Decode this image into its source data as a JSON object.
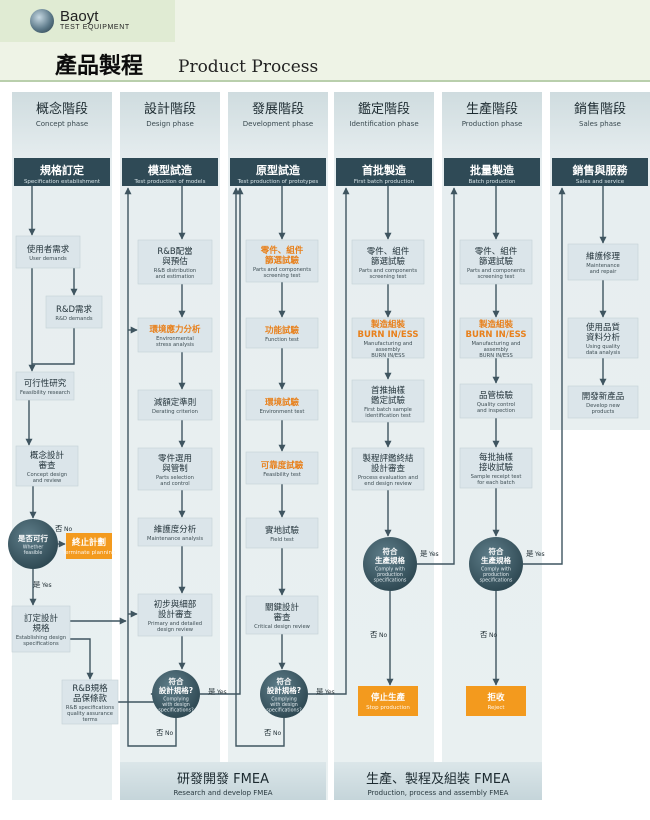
{
  "header": {
    "brand": "Baoyt",
    "brand_sub": "TEST EQUIPMENT",
    "title_cn": "產品製程",
    "title_en": "Product Process"
  },
  "colors": {
    "dark_box": "#2f4a56",
    "light_box": "#dbe5ea",
    "orange": "#f39a1e",
    "orange_text": "#e8801b",
    "circle": "#3b5661",
    "arrow": "#3f5560",
    "column": "#e4ecee"
  },
  "phases": [
    {
      "cn": "概念階段",
      "en": "Concept phase"
    },
    {
      "cn": "設計階段",
      "en": "Design phase"
    },
    {
      "cn": "發展階段",
      "en": "Development phase"
    },
    {
      "cn": "鑑定階段",
      "en": "Identification phase"
    },
    {
      "cn": "生產階段",
      "en": "Production phase"
    },
    {
      "cn": "銷售階段",
      "en": "Sales phase"
    }
  ],
  "headers": [
    {
      "cn": "規格訂定",
      "en": "Specification establishment"
    },
    {
      "cn": "模型試造",
      "en": "Test production of models"
    },
    {
      "cn": "原型試造",
      "en": "Test production of prototypes"
    },
    {
      "cn": "首批製造",
      "en": "First batch production"
    },
    {
      "cn": "批量製造",
      "en": "Batch production"
    },
    {
      "cn": "銷售與服務",
      "en": "Sales and service"
    }
  ],
  "boxes": [
    {
      "cn": [
        "使用者需求"
      ],
      "en": [
        "User demands"
      ]
    },
    {
      "cn": [
        "R&D需求"
      ],
      "en": [
        "R&D demands"
      ]
    },
    {
      "cn": [
        "可行性研究"
      ],
      "en": [
        "Feasibility research"
      ]
    },
    {
      "cn": [
        "概念設計",
        "審查"
      ],
      "en": [
        "Concept design",
        "and review"
      ]
    },
    {
      "cn": [
        "訂定設計",
        "規格"
      ],
      "en": [
        "Establishing design",
        "specifications"
      ]
    },
    {
      "cn": [
        "R&B規格",
        "品保條款"
      ],
      "en": [
        "R&B specifications",
        "quality assurance",
        "terms"
      ]
    },
    {
      "cn": [
        "R&B配當",
        "與預估"
      ],
      "en": [
        "R&B distribution",
        "and estimation"
      ]
    },
    {
      "cn": [
        "環境應力分析"
      ],
      "en": [
        "Environmental",
        "stress analysis"
      ]
    },
    {
      "cn": [
        "減額定準則"
      ],
      "en": [
        "Derating criterion"
      ]
    },
    {
      "cn": [
        "零件選用",
        "與管制"
      ],
      "en": [
        "Parts selection",
        "and control"
      ]
    },
    {
      "cn": [
        "維護度分析"
      ],
      "en": [
        "Maintenance analysis"
      ]
    },
    {
      "cn": [
        "初步與細部",
        "設計審查"
      ],
      "en": [
        "Primary and detailed",
        "design review"
      ]
    },
    {
      "cn": [
        "零件、組件",
        "篩選試驗"
      ],
      "en": [
        "Parts and components",
        "screening test"
      ]
    },
    {
      "cn": [
        "功能試驗"
      ],
      "en": [
        "Function test"
      ]
    },
    {
      "cn": [
        "環境試驗"
      ],
      "en": [
        "Environment test"
      ]
    },
    {
      "cn": [
        "可靠度試驗"
      ],
      "en": [
        "Feasibility test"
      ]
    },
    {
      "cn": [
        "實地試驗"
      ],
      "en": [
        "Field test"
      ]
    },
    {
      "cn": [
        "關鍵設計",
        "審查"
      ],
      "en": [
        "Critical design review"
      ]
    },
    {
      "cn": [
        "零件、組件",
        "篩選試驗"
      ],
      "en": [
        "Parts and components",
        "screening test"
      ]
    },
    {
      "cn": [
        "製造組裝",
        "BURN IN/ESS"
      ],
      "en": [
        "Manufacturing and",
        "assembly",
        "BURN IN/ESS"
      ]
    },
    {
      "cn": [
        "首推抽樣",
        "鑑定試驗"
      ],
      "en": [
        "First batch sample",
        "identification test"
      ]
    },
    {
      "cn": [
        "製程評鑑終結",
        "設計審查"
      ],
      "en": [
        "Process evaluation and",
        "end design review"
      ]
    },
    {
      "cn": [
        "零件、組件",
        "篩選試驗"
      ],
      "en": [
        "Parts and components",
        "screening test"
      ]
    },
    {
      "cn": [
        "製造組裝",
        "BURN IN/ESS"
      ],
      "en": [
        "Manufacturing and",
        "assembly",
        "BURN IN/ESS"
      ]
    },
    {
      "cn": [
        "品管檢驗"
      ],
      "en": [
        "Quality control",
        "and inspection"
      ]
    },
    {
      "cn": [
        "每批抽樣",
        "接收試驗"
      ],
      "en": [
        "Sample receipt test",
        "for each batch"
      ]
    },
    {
      "cn": [
        "維護修理"
      ],
      "en": [
        "Maintenance",
        "and repair"
      ]
    },
    {
      "cn": [
        "使用品質",
        "資料分析"
      ],
      "en": [
        "Using quality",
        "data analysis"
      ]
    },
    {
      "cn": [
        "開發新產品"
      ],
      "en": [
        "Develop new",
        "products"
      ]
    }
  ],
  "decisions": [
    {
      "cn": [
        "是否可行"
      ],
      "en": [
        "Whether",
        "feasible"
      ]
    },
    {
      "cn": [
        "符合",
        "設計規格?"
      ],
      "en": [
        "Complying",
        "with design",
        "specifications?"
      ]
    },
    {
      "cn": [
        "符合",
        "設計規格?"
      ],
      "en": [
        "Complying",
        "with design",
        "specifications?"
      ]
    },
    {
      "cn": [
        "符合",
        "生產規格"
      ],
      "en": [
        "Comply with",
        "production",
        "specifications"
      ]
    },
    {
      "cn": [
        "符合",
        "生產規格"
      ],
      "en": [
        "Comply with",
        "production",
        "specifications"
      ]
    }
  ],
  "terminals": [
    {
      "cn": "終止計劃",
      "en": "Terminate planning"
    },
    {
      "cn": "停止生產",
      "en": "Stop production"
    },
    {
      "cn": "拒收",
      "en": "Reject"
    }
  ],
  "labels": {
    "yes_cn": "是",
    "yes_en": "Yes",
    "no_cn": "否",
    "no_en": "No",
    "no_en_title": "No"
  },
  "footers": [
    {
      "cn": "研發開發 FMEA",
      "en": "Research and develop FMEA"
    },
    {
      "cn": "生產、製程及組裝 FMEA",
      "en": "Production, process and assembly FMEA"
    }
  ]
}
